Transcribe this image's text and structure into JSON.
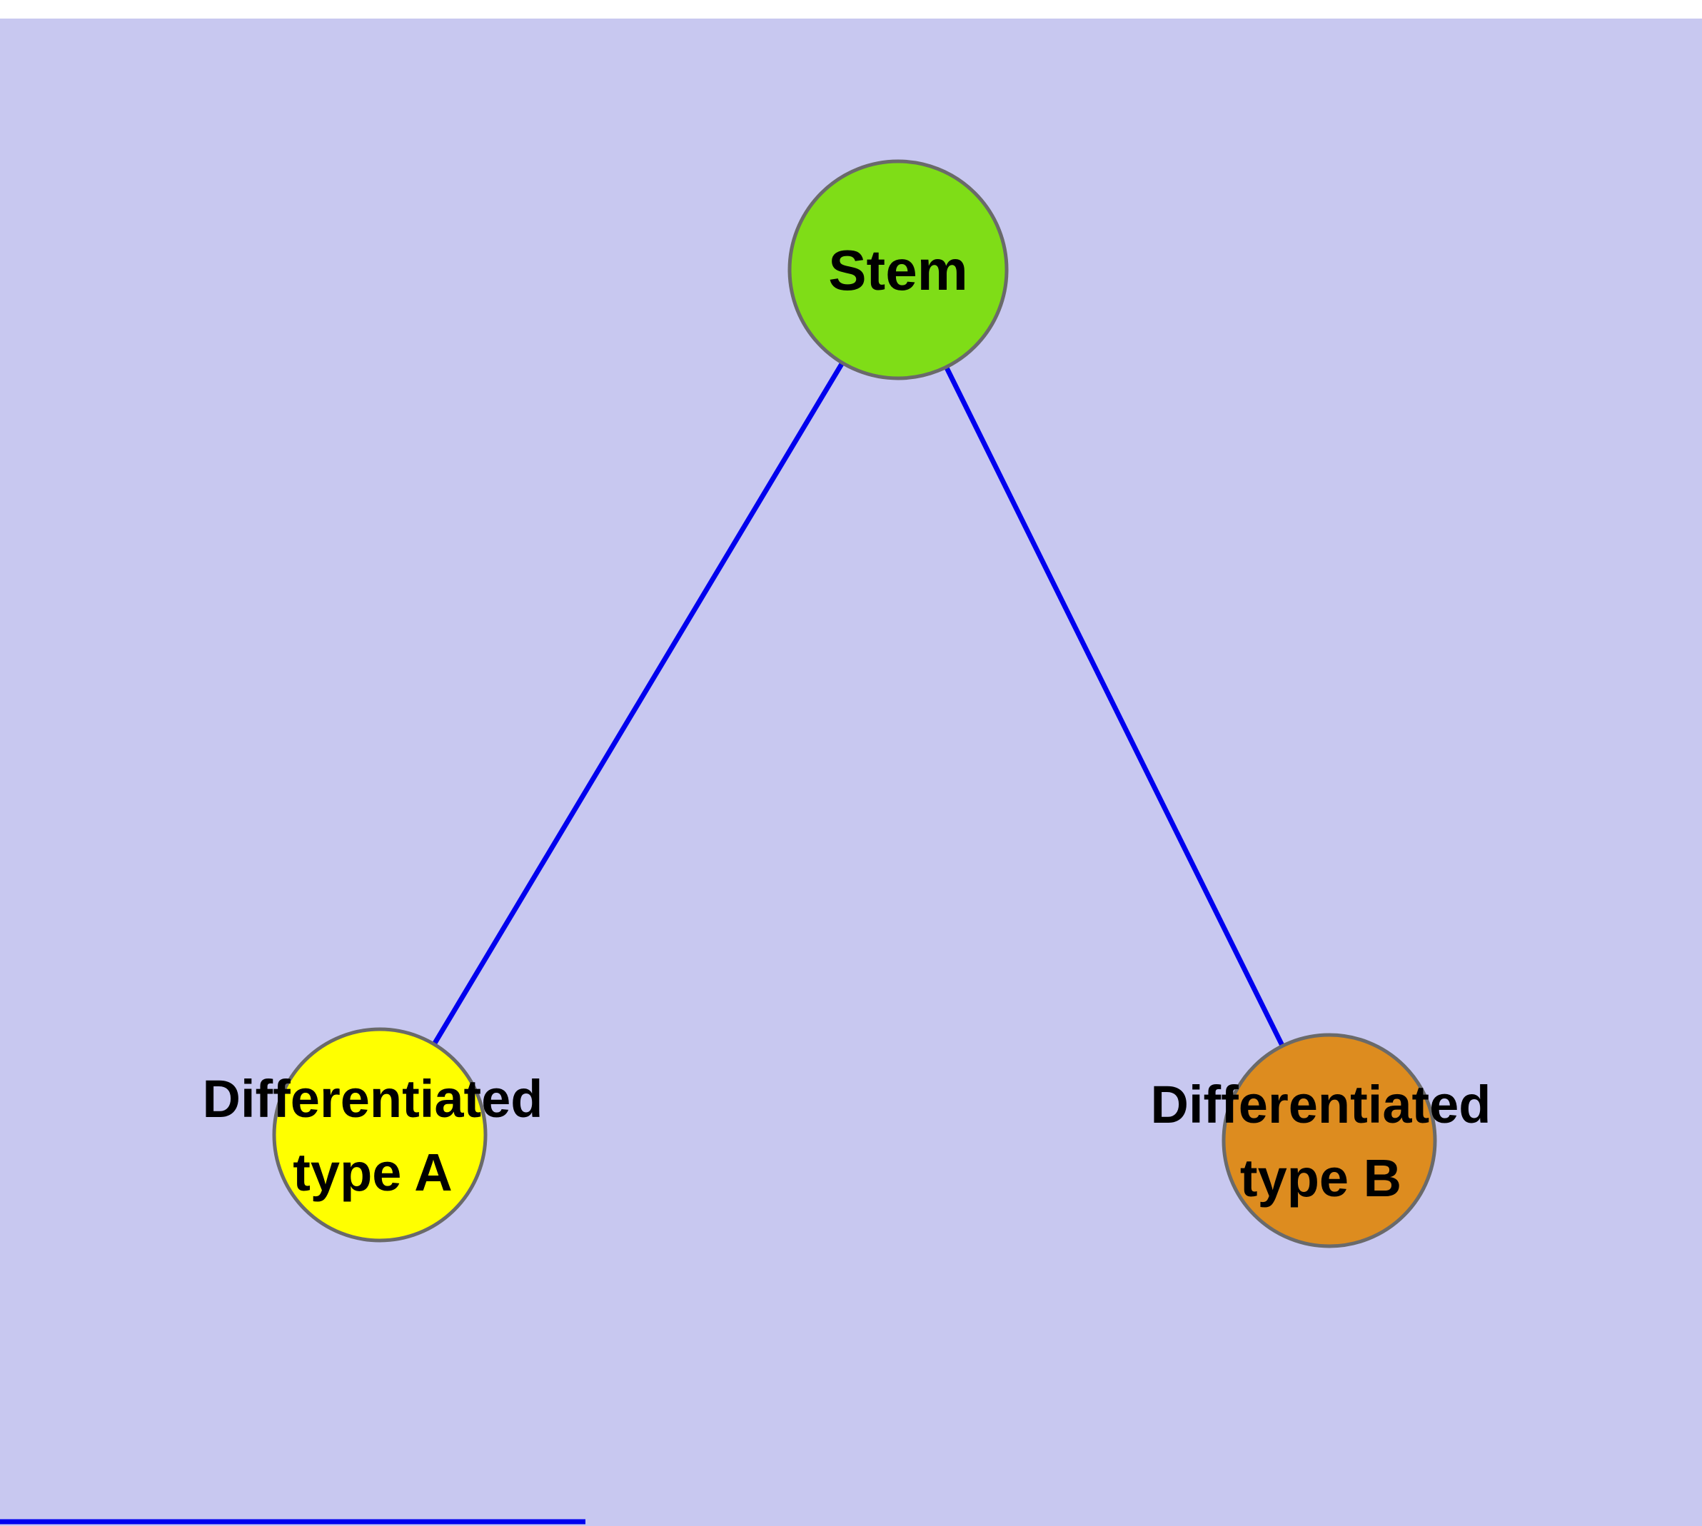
{
  "diagram": {
    "background_color": "#c8c8f0",
    "edge_color": "#0000ee",
    "node_border_color": "#6a6a6a",
    "text_color": "#000000",
    "nodes": [
      {
        "id": "stem",
        "label": "Stem",
        "color": "#7fdd17",
        "shape": "circle"
      },
      {
        "id": "differentiated-type-a",
        "label_line1": "Differentiated",
        "label_line2": "type A",
        "color": "#ffff00",
        "shape": "circle"
      },
      {
        "id": "differentiated-type-b",
        "label_line1": "Differentiated",
        "label_line2": "type B",
        "color": "#dd8c1f",
        "shape": "circle"
      }
    ],
    "edges": [
      {
        "from": "Stem",
        "to": "Differentiated type A"
      },
      {
        "from": "Stem",
        "to": "Differentiated type B"
      }
    ]
  }
}
